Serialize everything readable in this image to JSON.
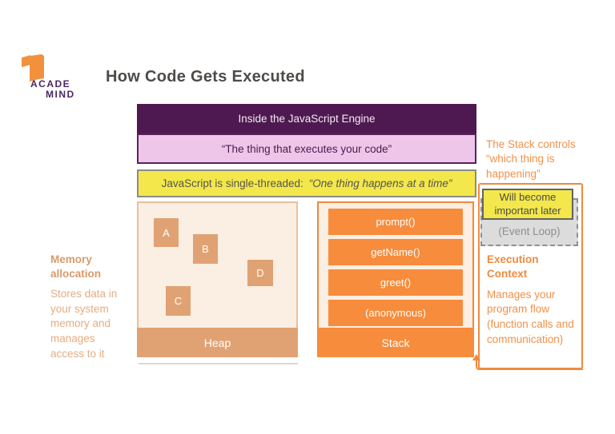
{
  "logo": {
    "line1": "ACADE",
    "line2": "MIND"
  },
  "title": "How Code Gets Executed",
  "engine": {
    "header": "Inside the JavaScript Engine",
    "subtitle": "“The thing that executes your code”",
    "threading_label": "JavaScript is single-threaded:",
    "threading_quote": "“One thing happens at a time”"
  },
  "heap": {
    "blocks": [
      "A",
      "B",
      "C",
      "D"
    ],
    "label": "Heap"
  },
  "stack": {
    "frames": [
      "prompt()",
      "getName()",
      "greet()",
      "(anonymous)"
    ],
    "label": "Stack"
  },
  "left_note": {
    "heading": "Memory allocation",
    "body": "Stores data in your system memory and manages access to it"
  },
  "right_note": {
    "stack_controls": "The Stack controls “which thing is happening”",
    "important_note": "Will become important later",
    "event_loop": "(Event Loop)",
    "exec_heading": "Execution Context",
    "exec_body": "Manages your program flow (function calls and communication)"
  },
  "colors": {
    "brand_orange": "#f18a3e",
    "brand_purple": "#4e1950",
    "pink": "#eec6ea",
    "yellow": "#f3e74c",
    "tan": "#e1a273",
    "peach": "#fbeee2",
    "gray_box": "#dcdcdc"
  }
}
